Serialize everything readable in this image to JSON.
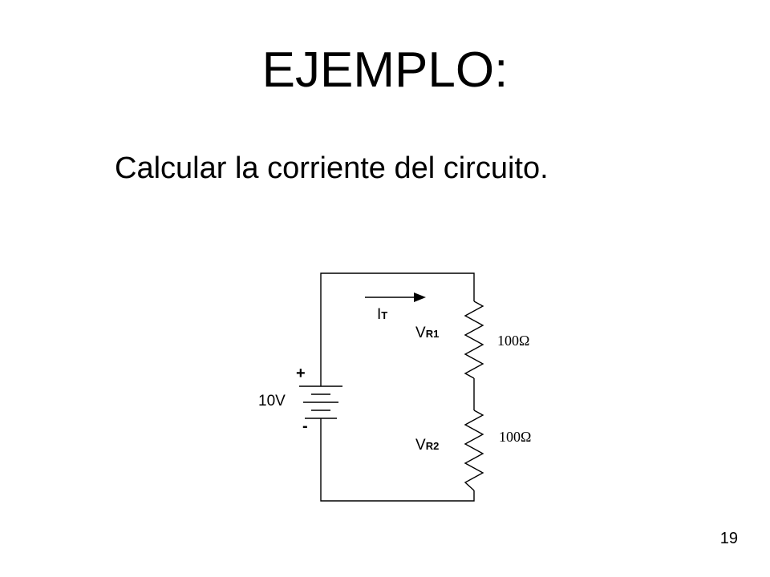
{
  "slide": {
    "title": "EJEMPLO:",
    "text": "Calcular la corriente del circuito.",
    "page_number": "19"
  },
  "circuit": {
    "source": {
      "label": "10V",
      "plus": "+",
      "minus": "-"
    },
    "current": {
      "main": "I",
      "sub": "T"
    },
    "r1": {
      "voltage_main": "V",
      "voltage_sub": "R1",
      "value": "100Ω"
    },
    "r2": {
      "voltage_main": "V",
      "voltage_sub": "R2",
      "value": "100Ω"
    }
  }
}
